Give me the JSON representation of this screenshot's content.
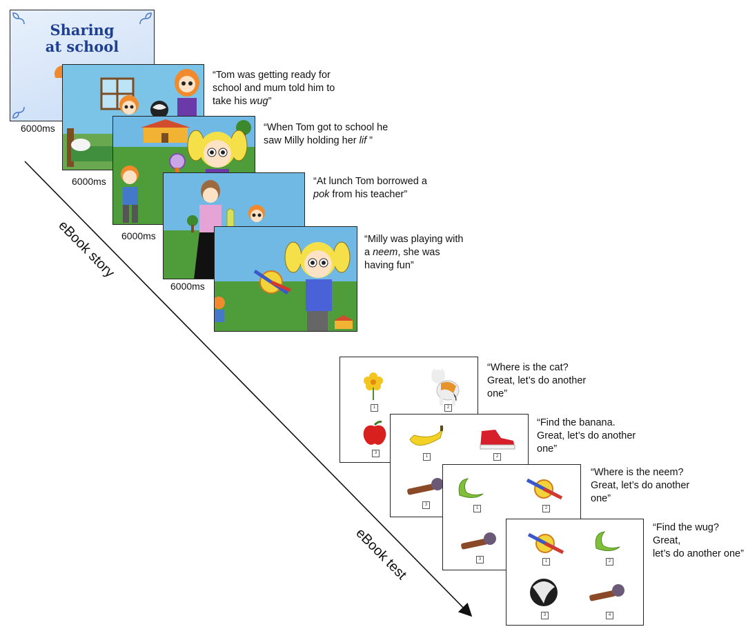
{
  "cover": {
    "title_line1": "Sharing",
    "title_line2": "at school"
  },
  "story": {
    "label": "eBook story",
    "slides": [
      {
        "duration": "6000ms",
        "caption_line1": "“Tom was getting ready for",
        "caption_line2": "school and mum told him to",
        "caption_line3_prefix": "take his ",
        "caption_line3_word": "wug",
        "caption_line3_suffix": "”"
      },
      {
        "duration": "6000ms",
        "caption_line1": "“When Tom got to school he",
        "caption_line2_prefix": "saw Milly holding her ",
        "caption_line2_word": "lif",
        "caption_line2_suffix": " ”"
      },
      {
        "duration": "6000ms",
        "caption_line1": "“At lunch Tom borrowed a",
        "caption_line2_word": "pok",
        "caption_line2_suffix": " from his teacher”"
      },
      {
        "duration": "6000ms",
        "caption_line1": "“Milly was playing with",
        "caption_line2_prefix": "a ",
        "caption_line2_word": "neem",
        "caption_line2_suffix": ", she was",
        "caption_line3": "having fun”"
      }
    ]
  },
  "test": {
    "label": "eBook test",
    "items": [
      {
        "caption_line1": "“Where is the cat?",
        "caption_line2": "Great, let’s do another",
        "caption_line3": "one”"
      },
      {
        "caption_line1": "“Find the banana.",
        "caption_line2": "Great, let’s do another",
        "caption_line3": "one”"
      },
      {
        "caption_line1": "“Where is the neem?",
        "caption_line2": "Great, let’s do another",
        "caption_line3": "one”"
      },
      {
        "caption_line1": "“Find the wug? Great,",
        "caption_line2": "let’s do another one”"
      }
    ],
    "option_numbers": [
      "1",
      "2",
      "3",
      "4"
    ]
  },
  "colors": {
    "sky": "#6fb9e4",
    "grass": "#4f9d3a",
    "cover_bg": "#dbe9f9",
    "title": "#1f3f8f"
  }
}
